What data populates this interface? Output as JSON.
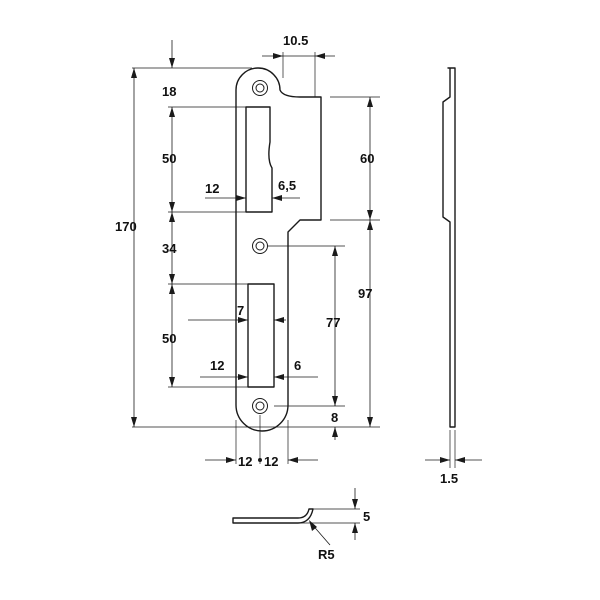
{
  "dimensions": {
    "top_width": "10.5",
    "top_offset": "18",
    "upper_slot_height": "50",
    "upper_slot_width": "12",
    "upper_slot_depth": "6,5",
    "middle_gap": "34",
    "overall_height": "170",
    "lip_height": "60",
    "lower_section": "97",
    "lower_slot_height_right": "77",
    "lower_slot_width": "7",
    "lower_slot_height": "50",
    "lower_slot_offset": "12",
    "lower_slot_depth": "6",
    "bottom_offset": "8",
    "half_width_left": "12",
    "half_width_right": "12",
    "thickness": "1.5",
    "bend_height": "5",
    "bend_radius": "R5"
  }
}
